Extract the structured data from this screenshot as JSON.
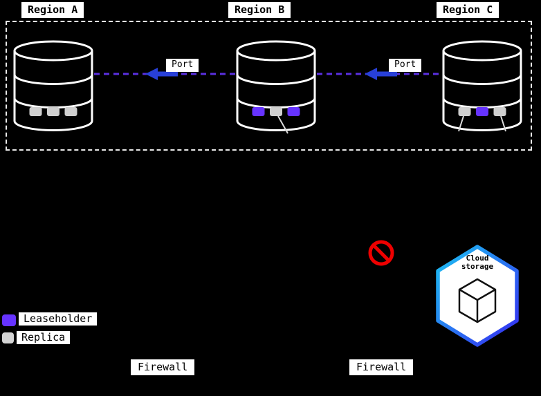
{
  "regions": [
    {
      "label": "Region A",
      "slots": [
        {
          "role": "replica",
          "color": "#cfcfcf"
        },
        {
          "role": "replica",
          "color": "#cfcfcf"
        },
        {
          "role": "replica",
          "color": "#cfcfcf"
        }
      ]
    },
    {
      "label": "Region B",
      "slots": [
        {
          "role": "leaseholder",
          "color": "#6633ff"
        },
        {
          "role": "replica",
          "color": "#cfcfcf"
        },
        {
          "role": "leaseholder",
          "color": "#6633ff"
        }
      ]
    },
    {
      "label": "Region C",
      "slots": [
        {
          "role": "replica",
          "color": "#cfcfcf"
        },
        {
          "role": "leaseholder",
          "color": "#6633ff"
        },
        {
          "role": "replica",
          "color": "#cfcfcf"
        }
      ]
    }
  ],
  "connections": [
    {
      "label": "Port"
    },
    {
      "label": "Port"
    }
  ],
  "legend": [
    {
      "label": "Leaseholder",
      "color": "#6633ff"
    },
    {
      "label": "Replica",
      "color": "#d3d3d3"
    }
  ],
  "firewalls": [
    {
      "label": "Firewall"
    },
    {
      "label": "Firewall"
    }
  ],
  "cloud_storage": {
    "label": "Cloud storage"
  },
  "colors": {
    "dashed_link": "#5a2fe0",
    "arrow": "#2840d8",
    "prohibited": "#ee0000",
    "hex_gradient_start": "#1bc4f2",
    "hex_gradient_end": "#3629f1"
  }
}
